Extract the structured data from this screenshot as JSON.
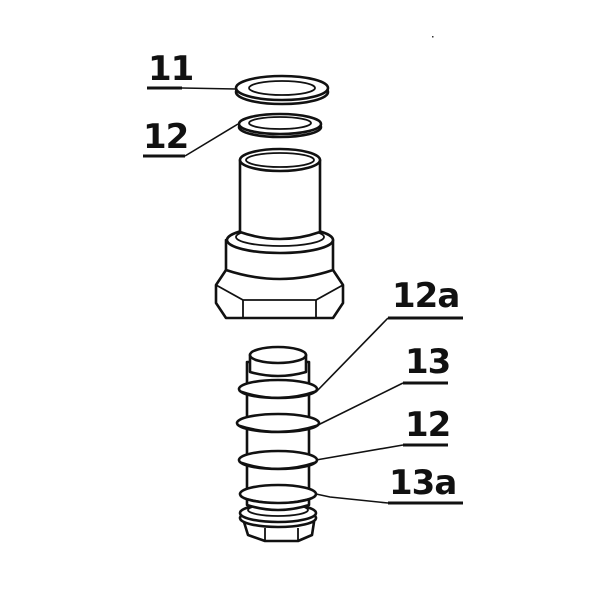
{
  "diagram": {
    "type": "exploded-parts-view",
    "labels": [
      {
        "id": "11",
        "text": "11",
        "part": "sealing ring (top)"
      },
      {
        "id": "12_top",
        "text": "12",
        "part": "washer below ring 11"
      },
      {
        "id": "12a",
        "text": "12a",
        "part": "o-ring on nipple (1st)"
      },
      {
        "id": "13",
        "text": "13",
        "part": "o-ring on nipple (2nd)"
      },
      {
        "id": "12_bottom",
        "text": "12",
        "part": "o-ring on nipple (3rd)"
      },
      {
        "id": "13a",
        "text": "13a",
        "part": "o-ring on nipple (4th)"
      }
    ],
    "parts": [
      "sealing-ring",
      "washer",
      "union-nut-with-tailpiece",
      "threaded-nipple-with-orings"
    ],
    "colors": {
      "line": "#111111",
      "background": "#ffffff"
    }
  }
}
